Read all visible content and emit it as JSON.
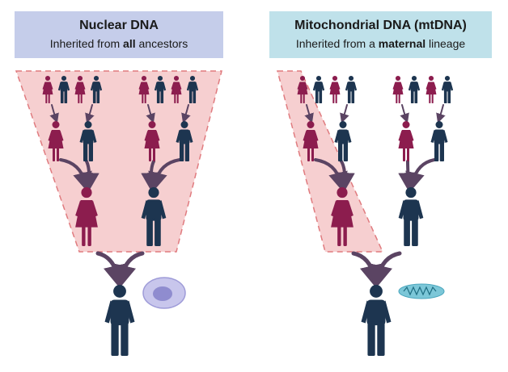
{
  "panels": {
    "nuclear": {
      "title": "Nuclear DNA",
      "subtitle_pre": "Inherited from ",
      "subtitle_bold": "all",
      "subtitle_post": " ancestors"
    },
    "mito": {
      "title": "Mitochondrial DNA (mtDNA)",
      "subtitle_pre": "Inherited from a ",
      "subtitle_bold": "maternal",
      "subtitle_post": " lineage"
    }
  },
  "colors": {
    "female": "#8c1d4e",
    "male": "#1d3550",
    "arrow": "#5b4463",
    "highlight_fill": "#f6cfd0",
    "highlight_stroke": "#e07b7f",
    "nucleus_cell": "#c8c6ec",
    "nucleus_core": "#8f8ccf",
    "mitochondrion": "#7cc7d8"
  },
  "icons": {
    "female": "female-person-icon",
    "male": "male-person-icon",
    "cell": "cell-nucleus-icon",
    "mito": "mitochondrion-icon"
  }
}
